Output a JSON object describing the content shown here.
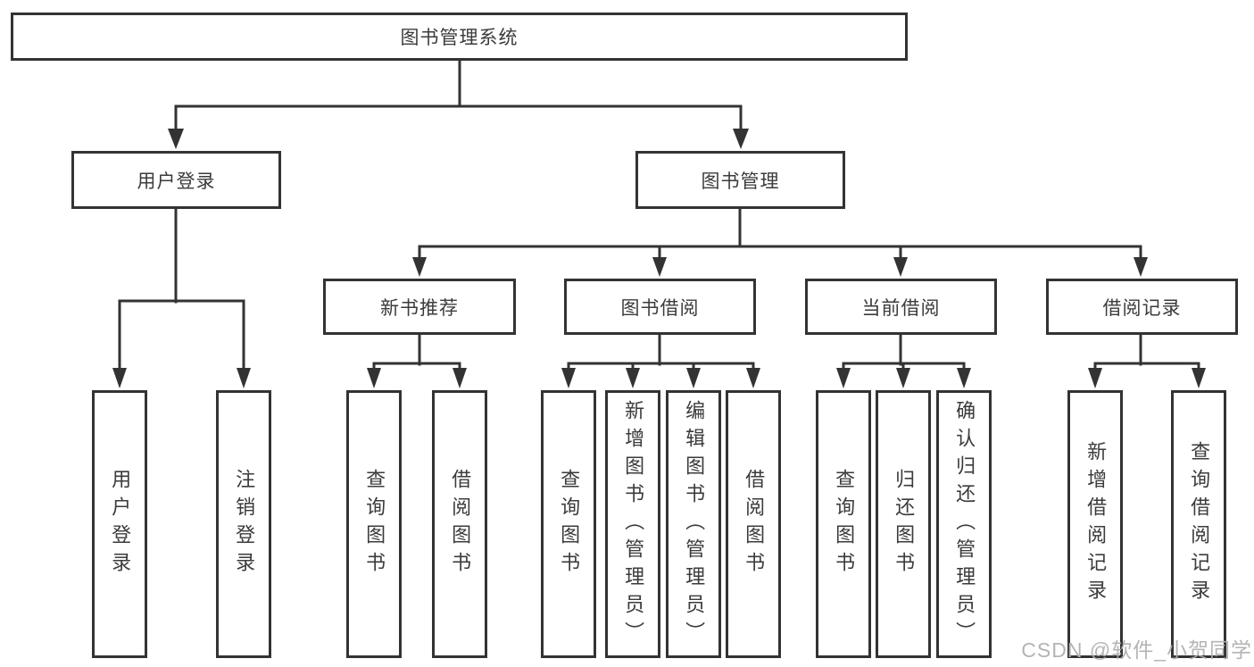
{
  "tree": {
    "label": "图书管理系统",
    "children": [
      {
        "label": "用户登录",
        "children": [
          {
            "label": "用户登录"
          },
          {
            "label": "注销登录"
          }
        ]
      },
      {
        "label": "图书管理",
        "children": [
          {
            "label": "新书推荐",
            "children": [
              {
                "label": "查询图书"
              },
              {
                "label": "借阅图书"
              }
            ]
          },
          {
            "label": "图书借阅",
            "children": [
              {
                "label": "查询图书"
              },
              {
                "label": "新增图书（管理员）"
              },
              {
                "label": "编辑图书（管理员）"
              },
              {
                "label": "借阅图书"
              }
            ]
          },
          {
            "label": "当前借阅",
            "children": [
              {
                "label": "查询图书"
              },
              {
                "label": "归还图书"
              },
              {
                "label": "确认归还（管理员）"
              }
            ]
          },
          {
            "label": "借阅记录",
            "children": [
              {
                "label": "新增借阅记录"
              },
              {
                "label": "查询借阅记录"
              }
            ]
          }
        ]
      }
    ]
  },
  "watermark": "CSDN @软件_小贺同学",
  "colors": {
    "line": "#333333",
    "box_border": "#333333",
    "text": "#3b3b3b",
    "watermark": "#b0b0b0",
    "background": "#ffffff"
  }
}
